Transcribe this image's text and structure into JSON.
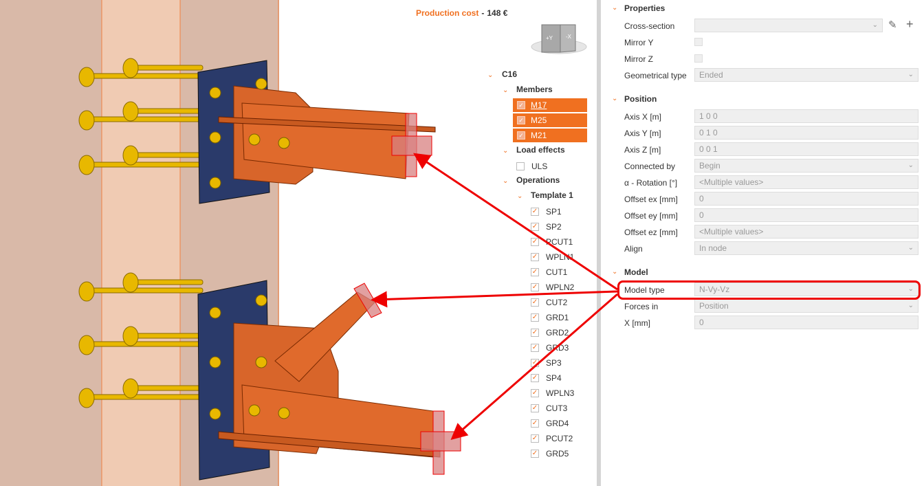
{
  "production_cost": {
    "label": "Production cost",
    "separator": "-",
    "value": "148 €"
  },
  "nav_cube": {
    "face_left": "+Y",
    "face_right": "-X"
  },
  "tree": {
    "root": "C16",
    "members_label": "Members",
    "members": [
      "M17",
      "M25",
      "M21"
    ],
    "load_effects_label": "Load effects",
    "load_effects": [
      "ULS"
    ],
    "operations_label": "Operations",
    "template_label": "Template 1",
    "operations": [
      "SP1",
      "SP2",
      "PCUT1",
      "WPLN1",
      "CUT1",
      "WPLN2",
      "CUT2",
      "GRD1",
      "GRD2",
      "GRD3",
      "SP3",
      "SP4",
      "WPLN3",
      "CUT3",
      "GRD4",
      "PCUT2",
      "GRD5"
    ]
  },
  "properties": {
    "title": "Properties",
    "cross_section": {
      "label": "Cross-section",
      "value": ""
    },
    "mirror_y": {
      "label": "Mirror Y",
      "checked": false
    },
    "mirror_z": {
      "label": "Mirror Z",
      "checked": false
    },
    "geometrical_type": {
      "label": "Geometrical type",
      "value": "Ended"
    }
  },
  "position": {
    "title": "Position",
    "axis_x": {
      "label": "Axis X [m]",
      "value": "1 0 0"
    },
    "axis_y": {
      "label": "Axis Y [m]",
      "value": "0 1 0"
    },
    "axis_z": {
      "label": "Axis Z [m]",
      "value": "0 0 1"
    },
    "connected_by": {
      "label": "Connected by",
      "value": "Begin"
    },
    "rotation": {
      "label": "α - Rotation [°]",
      "value": "<Multiple values>"
    },
    "offset_ex": {
      "label": "Offset ex [mm]",
      "value": "0"
    },
    "offset_ey": {
      "label": "Offset ey [mm]",
      "value": "0"
    },
    "offset_ez": {
      "label": "Offset ez [mm]",
      "value": "<Multiple values>"
    },
    "align": {
      "label": "Align",
      "value": "In node"
    }
  },
  "model": {
    "title": "Model",
    "model_type": {
      "label": "Model type",
      "value": "N-Vy-Vz"
    },
    "forces_in": {
      "label": "Forces in",
      "value": "Position"
    },
    "x": {
      "label": "X [mm]",
      "value": "0"
    }
  },
  "colors": {
    "accent": "#f07020",
    "highlight": "#e00000",
    "steel": "#e0692a",
    "plate": "#2a3a6a",
    "bolt": "#e8b800"
  }
}
